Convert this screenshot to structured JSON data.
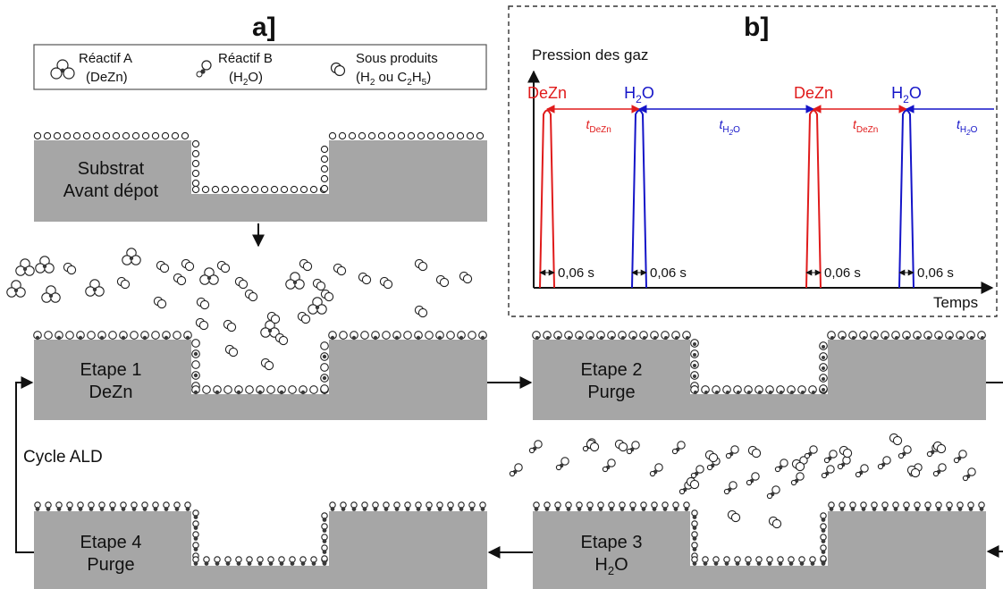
{
  "panel_a": {
    "title": "a]",
    "legend": {
      "reactant_a_name": "Réactif A",
      "reactant_a_formula": "(DeZn)",
      "reactant_b_name": "Réactif B",
      "reactant_b_formula_pre": "(H",
      "reactant_b_formula_sub": "2",
      "reactant_b_formula_post": "O)",
      "byproducts_name": "Sous produits",
      "byproducts_formula_pre": "(H",
      "byproducts_formula_sub1": "2",
      "byproducts_formula_mid": " ou C",
      "byproducts_formula_sub2": "2",
      "byproducts_formula_mid2": "H",
      "byproducts_formula_sub3": "5",
      "byproducts_formula_post": ")"
    },
    "substrate": {
      "line1": "Substrat",
      "line2": "Avant dépot"
    },
    "step1": {
      "line1": "Etape 1",
      "line2": "DeZn"
    },
    "step2": {
      "line1": "Etape 2",
      "line2": "Purge"
    },
    "step3": {
      "line1": "Etape 3",
      "line2_pre": "H",
      "line2_sub": "2",
      "line2_post": "O"
    },
    "step4": {
      "line1": "Etape 4",
      "line2": "Purge"
    },
    "cycle_label": "Cycle ALD"
  },
  "panel_b": {
    "title": "b]",
    "y_label": "Pression des gaz",
    "x_label": "Temps",
    "pulses": [
      "DeZn",
      "H2O",
      "DeZn",
      "H2O"
    ],
    "pulse_label_dezn": "DeZn",
    "pulse_label_h2o_pre": "H",
    "pulse_label_h2o_sub": "2",
    "pulse_label_h2o_post": "O",
    "t_symbol": "t",
    "t_sub_dezn": "DeZn",
    "t_sub_h2o_pre": "H",
    "t_sub_h2o_sub": "2",
    "t_sub_h2o_post": "O",
    "pulse_width": "0,06 s",
    "colors": {
      "dezn": "#e01b1b",
      "h2o": "#1414c8"
    }
  },
  "colors": {
    "substrate": "#a6a6a6",
    "dark_atom": "#3a3a3a",
    "axis": "#111111"
  }
}
